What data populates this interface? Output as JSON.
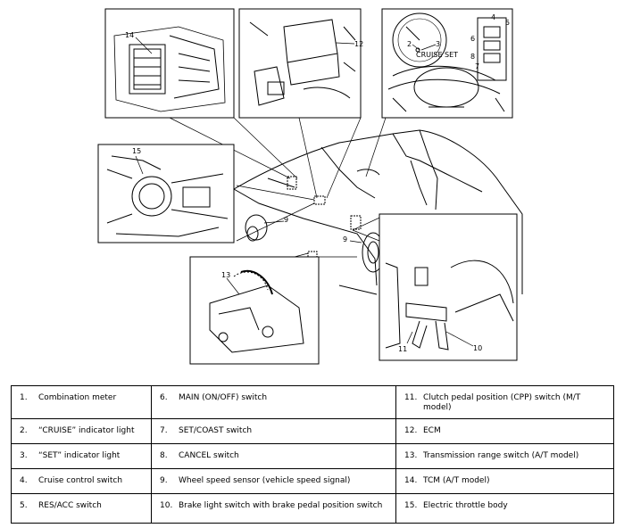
{
  "callouts": {
    "n2": "2",
    "n3": "3",
    "n4": "4",
    "n5": "5",
    "n6": "6",
    "n7": "7",
    "n8": "8",
    "n9a": "9",
    "n9b": "9",
    "n10": "10",
    "n11": "11",
    "n12": "12",
    "n13": "13",
    "n14": "14",
    "n15": "15"
  },
  "meter_dial_text": "CRUISE SET",
  "legend": [
    [
      {
        "num": "1.",
        "label": "Combination meter"
      },
      {
        "num": "6.",
        "label": "MAIN (ON/OFF) switch"
      },
      {
        "num": "11.",
        "label": "Clutch pedal position (CPP) switch (M/T model)"
      }
    ],
    [
      {
        "num": "2.",
        "label": "“CRUISE” indicator light"
      },
      {
        "num": "7.",
        "label": "SET/COAST switch"
      },
      {
        "num": "12.",
        "label": "ECM"
      }
    ],
    [
      {
        "num": "3.",
        "label": "“SET” indicator light"
      },
      {
        "num": "8.",
        "label": "CANCEL switch"
      },
      {
        "num": "13.",
        "label": "Transmission range switch (A/T model)"
      }
    ],
    [
      {
        "num": "4.",
        "label": "Cruise control switch"
      },
      {
        "num": "9.",
        "label": "Wheel speed sensor (vehicle speed signal)"
      },
      {
        "num": "14.",
        "label": "TCM (A/T model)"
      }
    ],
    [
      {
        "num": "5.",
        "label": "RES/ACC switch"
      },
      {
        "num": "10.",
        "label": "Brake light switch with brake pedal position switch"
      },
      {
        "num": "15.",
        "label": "Electric throttle body"
      }
    ]
  ]
}
